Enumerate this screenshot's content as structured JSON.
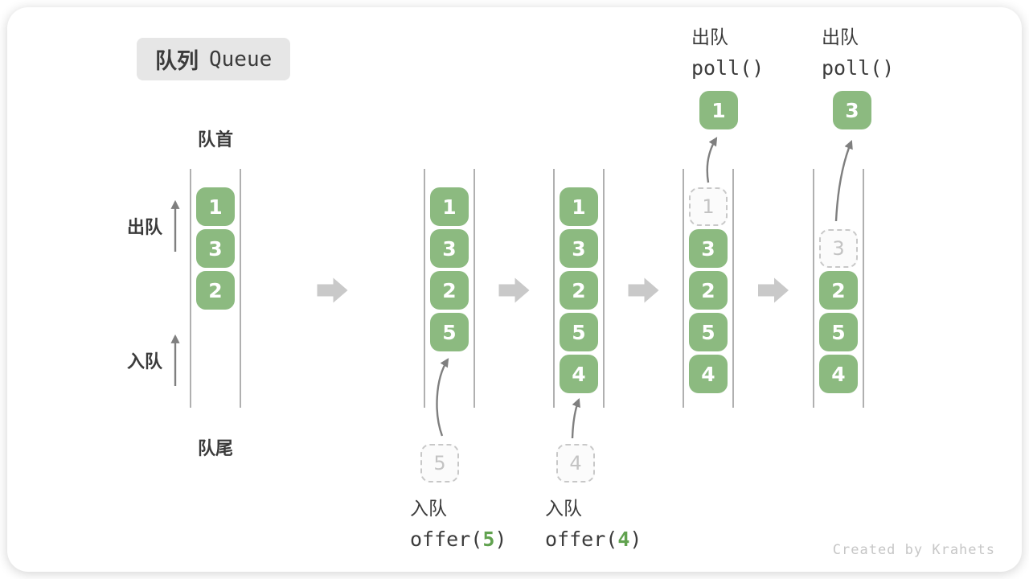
{
  "title": {
    "zh": "队列",
    "en": "Queue"
  },
  "side_labels": {
    "front": "队首",
    "rear": "队尾",
    "dequeue": "出队",
    "enqueue": "入队"
  },
  "watermark": "Created by Krahets",
  "colors": {
    "box_green": "#8CBA80",
    "accent_green": "#61A24F",
    "text_dark": "#3B3B3B",
    "thin_arrow": "#7F7F7F",
    "block_arrow": "#C9C9C9",
    "dashed_border": "#C8C8C8",
    "dashed_text": "#C3C3C3",
    "wall": "#8F8F8F",
    "badge_bg": "#E6E6E6"
  },
  "states": [
    {
      "boxes": [
        {
          "row": 0,
          "value": "1",
          "style": "solid"
        },
        {
          "row": 1,
          "value": "3",
          "style": "solid"
        },
        {
          "row": 2,
          "value": "2",
          "style": "solid"
        }
      ]
    },
    {
      "boxes": [
        {
          "row": 0,
          "value": "1",
          "style": "solid"
        },
        {
          "row": 1,
          "value": "3",
          "style": "solid"
        },
        {
          "row": 2,
          "value": "2",
          "style": "solid"
        },
        {
          "row": 3,
          "value": "5",
          "style": "solid"
        }
      ],
      "pending_below": "5",
      "op": {
        "label": "入队",
        "code": [
          "offer(",
          "5",
          ")"
        ]
      }
    },
    {
      "boxes": [
        {
          "row": 0,
          "value": "1",
          "style": "solid"
        },
        {
          "row": 1,
          "value": "3",
          "style": "solid"
        },
        {
          "row": 2,
          "value": "2",
          "style": "solid"
        },
        {
          "row": 3,
          "value": "5",
          "style": "solid"
        },
        {
          "row": 4,
          "value": "4",
          "style": "solid"
        }
      ],
      "pending_below": "4",
      "op": {
        "label": "入队",
        "code": [
          "offer(",
          "4",
          ")"
        ]
      }
    },
    {
      "boxes": [
        {
          "row": 0,
          "value": "1",
          "style": "dashed"
        },
        {
          "row": 1,
          "value": "3",
          "style": "solid"
        },
        {
          "row": 2,
          "value": "2",
          "style": "solid"
        },
        {
          "row": 3,
          "value": "5",
          "style": "solid"
        },
        {
          "row": 4,
          "value": "4",
          "style": "solid"
        }
      ],
      "out_top": "1",
      "op": {
        "label": "出队",
        "code": [
          "poll()",
          "",
          ""
        ]
      }
    },
    {
      "boxes": [
        {
          "row": 1,
          "value": "3",
          "style": "dashed"
        },
        {
          "row": 2,
          "value": "2",
          "style": "solid"
        },
        {
          "row": 3,
          "value": "5",
          "style": "solid"
        },
        {
          "row": 4,
          "value": "4",
          "style": "solid"
        }
      ],
      "out_top": "3",
      "op": {
        "label": "出队",
        "code": [
          "poll()",
          "",
          ""
        ]
      }
    }
  ]
}
